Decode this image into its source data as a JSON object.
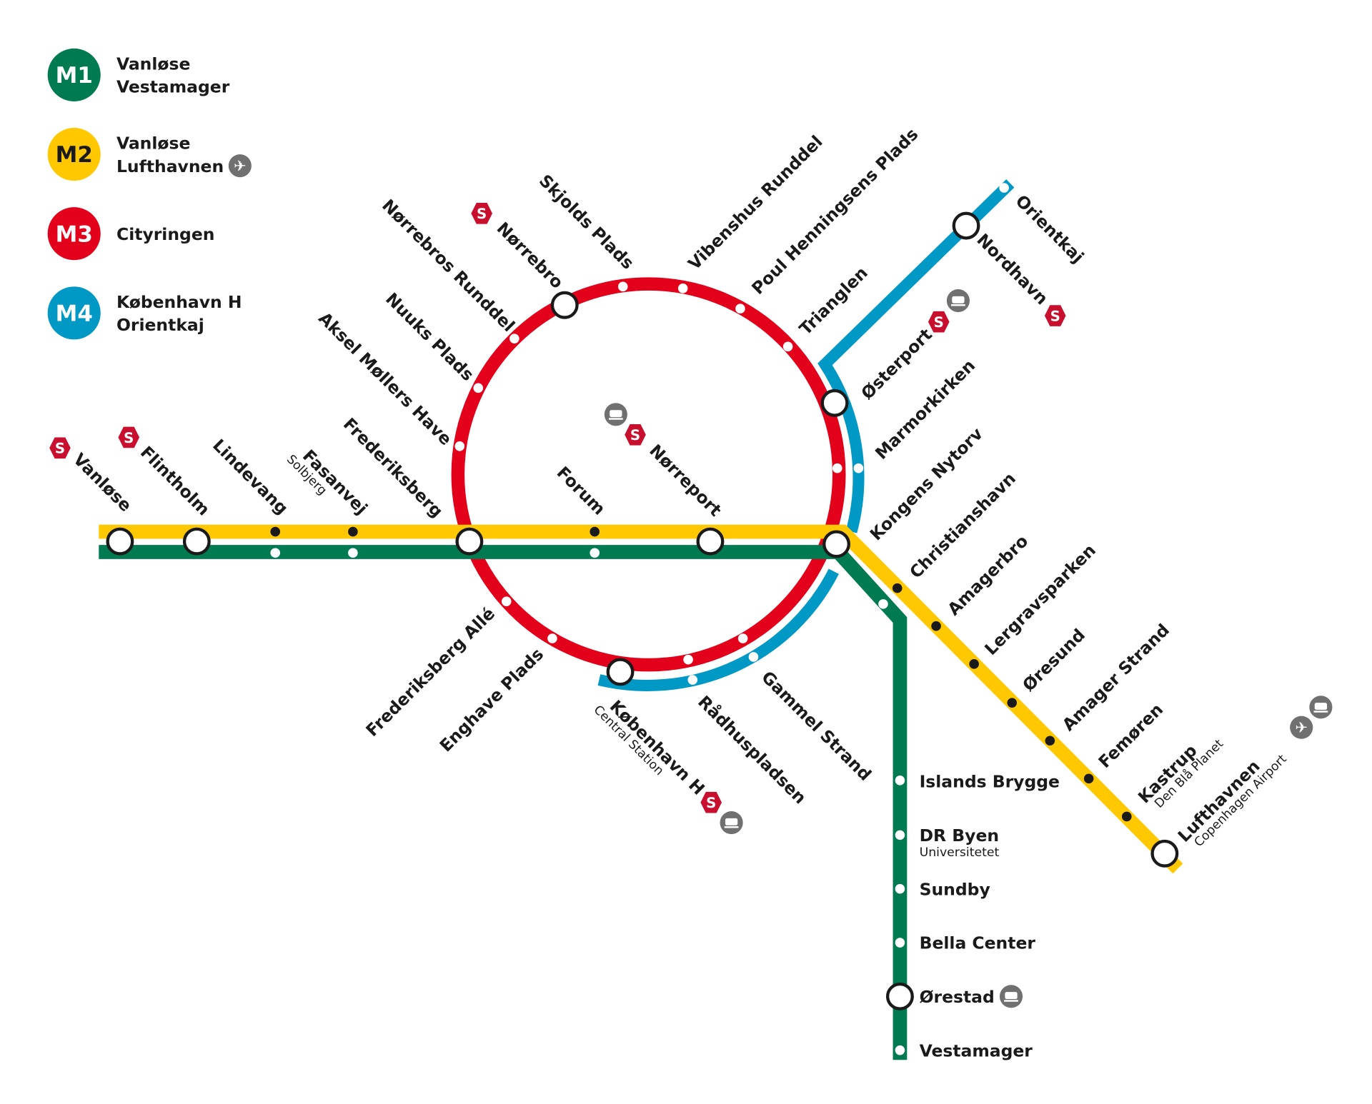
{
  "colors": {
    "M1": "#007a51",
    "M2": "#ffc800",
    "M3": "#e2001a",
    "M4": "#0098c4",
    "icon_gray": "#707070",
    "s_train": "#c8102e"
  },
  "legend": [
    {
      "badge": "M1",
      "line1": "Vanløse",
      "line2": "Vestamager",
      "airport_icon": false
    },
    {
      "badge": "M2",
      "line1": "Vanløse",
      "line2": "Lufthavnen",
      "airport_icon": true
    },
    {
      "badge": "M3",
      "line1": "Cityringen",
      "line2": "",
      "airport_icon": false
    },
    {
      "badge": "M4",
      "line1": "København H",
      "line2": "Orientkaj",
      "airport_icon": false
    }
  ],
  "icons": {
    "s_train": "S",
    "regional_train": "train-icon",
    "airport": "plane-icon"
  },
  "stations": {
    "vanlose": {
      "name": "Vanløse"
    },
    "flintholm": {
      "name": "Flintholm"
    },
    "lindevang": {
      "name": "Lindevang"
    },
    "fasanvej": {
      "name": "Fasanvej",
      "sub": "Solbjerg"
    },
    "frederiksberg": {
      "name": "Frederiksberg"
    },
    "aksel": {
      "name": "Aksel Møllers Have"
    },
    "nuuks": {
      "name": "Nuuks Plads"
    },
    "norrebros_runddel": {
      "name": "Nørrebros Runddel"
    },
    "norrebro": {
      "name": "Nørrebro"
    },
    "skjolds": {
      "name": "Skjolds Plads"
    },
    "vibenshus": {
      "name": "Vibenshus Runddel"
    },
    "poul": {
      "name": "Poul Henningsens Plads"
    },
    "trianglen": {
      "name": "Trianglen"
    },
    "osterport": {
      "name": "Østerport"
    },
    "marmorkirken": {
      "name": "Marmorkirken"
    },
    "kongens": {
      "name": "Kongens Nytorv"
    },
    "forum": {
      "name": "Forum"
    },
    "norreport": {
      "name": "Nørreport"
    },
    "orientkaj": {
      "name": "Orientkaj"
    },
    "nordhavn": {
      "name": "Nordhavn"
    },
    "christianshavn": {
      "name": "Christianshavn"
    },
    "amagerbro": {
      "name": "Amagerbro"
    },
    "lergravsparken": {
      "name": "Lergravsparken"
    },
    "oresund": {
      "name": "Øresund"
    },
    "amager_strand": {
      "name": "Amager Strand"
    },
    "femoren": {
      "name": "Femøren"
    },
    "kastrup": {
      "name": "Kastrup",
      "sub": "Den Blå Planet"
    },
    "lufthavnen": {
      "name": "Lufthavnen",
      "sub": "Copenhagen Airport"
    },
    "frb_alle": {
      "name": "Frederiksberg Allé"
    },
    "enghave": {
      "name": "Enghave Plads"
    },
    "kbh_h": {
      "name": "København H",
      "sub": "Central Station"
    },
    "radhus": {
      "name": "Rådhuspladsen"
    },
    "gammel": {
      "name": "Gammel Strand"
    },
    "islands": {
      "name": "Islands Brygge"
    },
    "dr_byen": {
      "name": "DR Byen",
      "sub": "Universitetet"
    },
    "sundby": {
      "name": "Sundby"
    },
    "bella": {
      "name": "Bella Center"
    },
    "orestad": {
      "name": "Ørestad"
    },
    "vestamager": {
      "name": "Vestamager"
    }
  }
}
